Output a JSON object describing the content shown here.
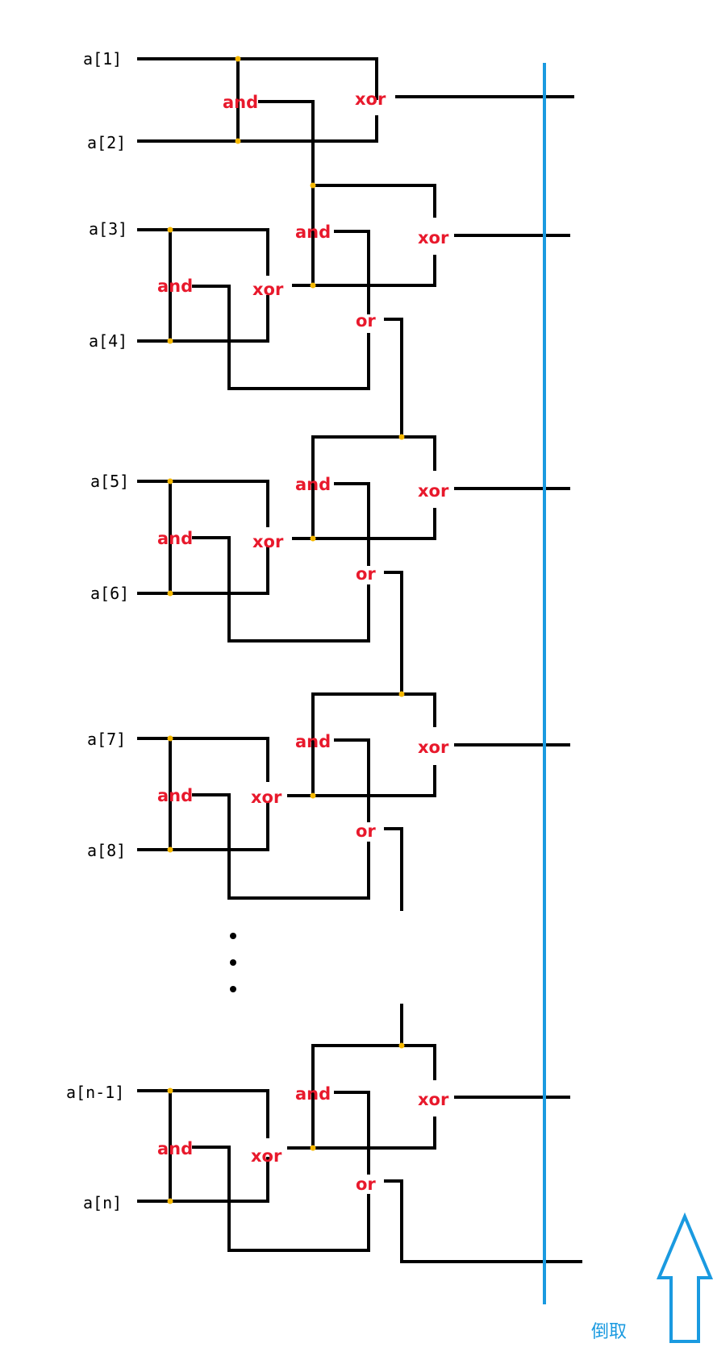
{
  "colors": {
    "wire": "#000000",
    "gate_text": "#e8192c",
    "junction": "#f5b800",
    "highlight": "#1a9ae0"
  },
  "inputs": [
    "a[1]",
    "a[2]",
    "a[3]",
    "a[4]",
    "a[5]",
    "a[6]",
    "a[7]",
    "a[8]",
    "a[n-1]",
    "a[n]"
  ],
  "gates": {
    "and": "and",
    "xor": "xor",
    "or": "or"
  },
  "arrow_caption": "倒取"
}
